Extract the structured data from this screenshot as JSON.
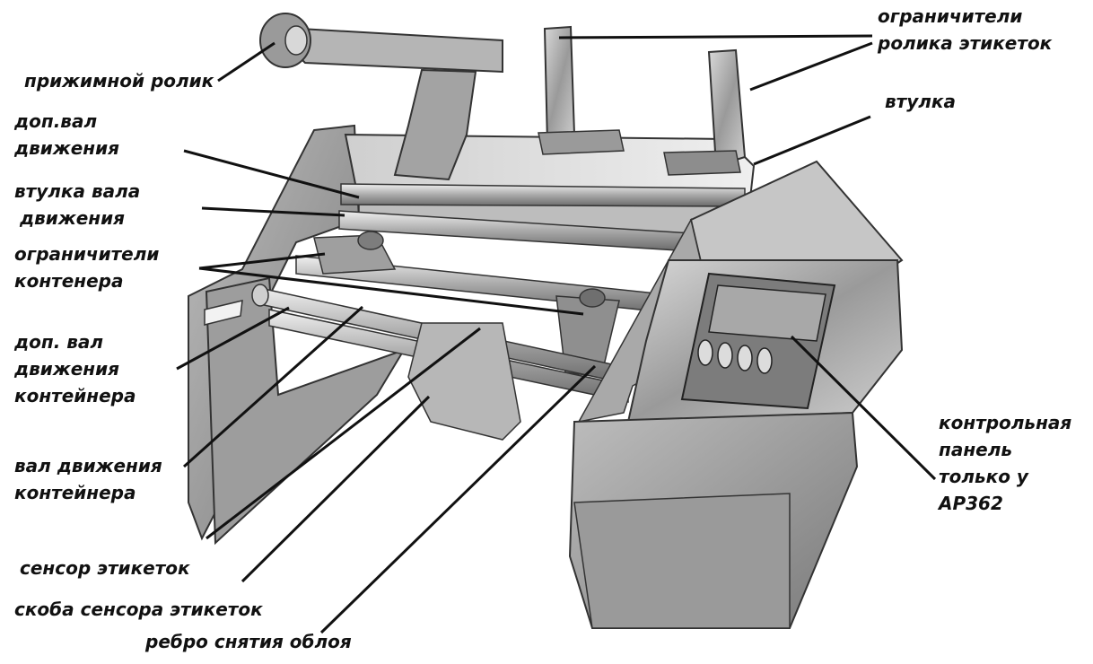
{
  "colors": {
    "line": "#111111",
    "text": "#111111",
    "metal_dark": "#6f6f6f",
    "metal_mid": "#a9a9a9",
    "metal_light": "#dcdcdc",
    "panel": "#8c8c8c"
  },
  "labels": {
    "pressure_roller": "прижимной ролик",
    "label_roll_guides": {
      "line1": "ограничители",
      "line2": "ролика этикеток"
    },
    "hub": "втулка",
    "aux_drive_shaft": {
      "line1": "доп.вал",
      "line2": "движения"
    },
    "drive_shaft_hub": {
      "line1": "втулка вала",
      "line2": "движения"
    },
    "container_guides": {
      "line1": "ограничители",
      "line2": "контенера"
    },
    "aux_container_drive_shaft": {
      "line1": "доп. вал",
      "line2": "движения",
      "line3": "контейнера"
    },
    "container_drive_shaft": {
      "line1": "вал движения",
      "line2": "контейнера"
    },
    "label_sensor": "сенсор этикеток",
    "label_sensor_bracket": "скоба сенсора этикеток",
    "peel_edge": "ребро снятия облоя",
    "control_panel": {
      "line1": "контрольная",
      "line2": "панель",
      "line3": "только у",
      "line4": "AP362"
    }
  }
}
